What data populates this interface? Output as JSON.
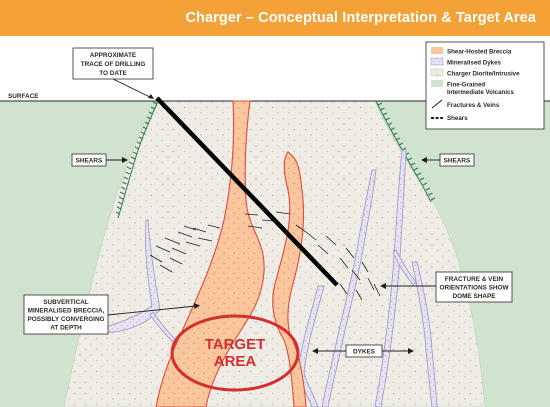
{
  "title": "Charger – Conceptual Interpretation & Target Area",
  "colors": {
    "title_bar": "#f4a238",
    "volcanics": "#cfe3cf",
    "diorite": "#efece6",
    "breccia": "#f9c69d",
    "breccia_outline": "#e04a3c",
    "dykes": "#e6e2f2",
    "dyke_outline": "#9b93c4",
    "drill_trace": "#000000",
    "target_ring": "#d32f2f",
    "shears": "#2f7a4f"
  },
  "legend": [
    {
      "label": "Shear-Hosted Breccia",
      "symbol": "breccia"
    },
    {
      "label": "Mineralised Dykes",
      "symbol": "dykes"
    },
    {
      "label": "Charger Diorite/Intrusive",
      "symbol": "diorite"
    },
    {
      "label_lines": [
        "Fine-Grained",
        "Intermediate Volcanics"
      ],
      "symbol": "volcanics"
    },
    {
      "label": "Fractures & Veins",
      "symbol": "fracture-line"
    },
    {
      "label": "Shears",
      "symbol": "dashed-line"
    }
  ],
  "labels": {
    "surface": "SURFACE",
    "drilling_trace": [
      "APPROXIMATE",
      "TRACE OF DRILLING",
      "TO DATE"
    ],
    "shears_left": "SHEARS",
    "shears_right": "SHEARS",
    "subvertical_breccia": [
      "SUBVERTICAL",
      "MINERALISED BRECCIA,",
      "POSSIBLY CONVERGING",
      "AT DEPTH"
    ],
    "fracture_orientation": [
      "FRACTURE & VEIN",
      "ORIENTATIONS SHOW",
      "DOME SHAPE"
    ],
    "dykes": "DYKES",
    "target_area": [
      "TARGET",
      "AREA"
    ]
  }
}
